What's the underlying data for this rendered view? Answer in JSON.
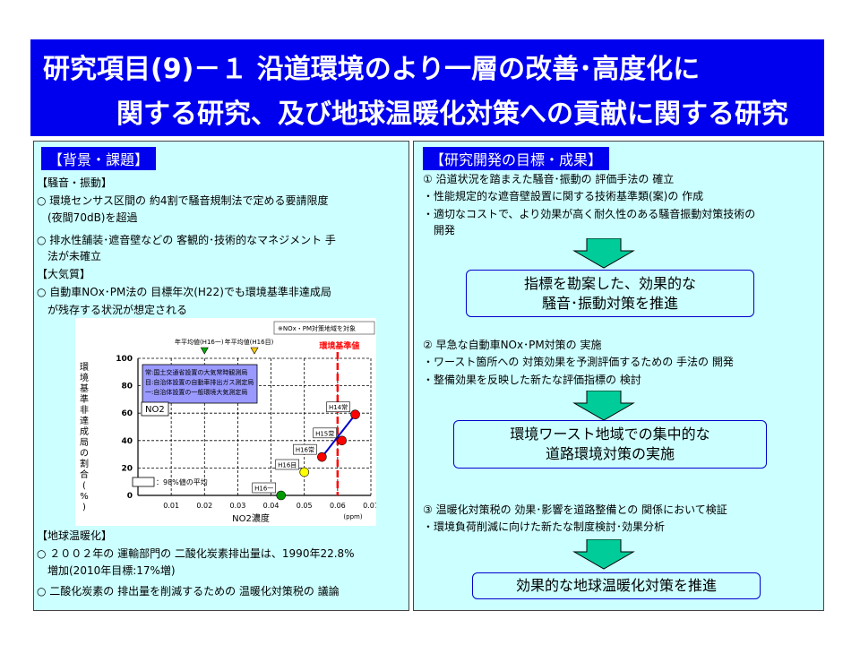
{
  "title": {
    "line1": "研究項目(9)－１ 沿道環境のより一層の改善･高度化に",
    "line2": "関する研究、及び地球温暖化対策への貢献に関する研究"
  },
  "left": {
    "heading": "【背景・課題】",
    "lines": [
      "【騒音・振動】",
      "○ 環境センサス区間の 約4割で騒音規制法で定める要請限度",
      "　(夜間70dB)を超過",
      "○ 排水性舗装･遮音壁などの 客観的･技術的なマネジメント 手",
      "　法が未確立",
      "【大気質】",
      "○ 自動車NOx･PM法の 目標年次(H22)でも環境基準非達成局",
      "　が残存する状況が想定される"
    ],
    "lines2": [
      "【地球温暖化】",
      "○ ２００２年の 運輸部門の 二酸化炭素排出量は、1990年22.8%",
      "　増加(2010年目標:17%増)",
      "○ 二酸化炭素の 排出量を削減するための 温暖化対策税の 議論"
    ]
  },
  "right": {
    "heading": "【研究開発の目標・成果】",
    "section1": [
      "① 沿道状況を踏まえた騒音･振動の 評価手法の 確立",
      "・性能規定的な遮音壁設置に関する技術基準類(案)の 作成",
      "・適切なコストで、より効果が高く耐久性のある騒音振動対策技術の",
      "　開発"
    ],
    "box1": [
      "指標を勘案した、効果的な",
      "騒音･振動対策を推進"
    ],
    "section2": [
      "② 早急な自動車NOx･PM対策の 実施",
      "・ワースト箇所への 対策効果を予測評価するための 手法の 開発",
      "・整備効果を反映した新たな評価指標の 検討"
    ],
    "box2": [
      "環境ワースト地域での集中的な",
      "道路環境対策の実施"
    ],
    "section3": [
      "③ 温暖化対策税の 効果･影響を道路整備との 関係において検証",
      "・環境負荷削減に向けた新たな制度検討･効果分析"
    ],
    "box3": [
      "効果的な地球温暖化対策を推進"
    ]
  },
  "chart_data": {
    "type": "scatter",
    "note_top": "※NOx・PM対策地域を対象",
    "ylabel": "環境基準非達成局の割合(%)",
    "xlabel": "NO2濃度",
    "x_unit": "(ppm)",
    "x_ticks": [
      "0.01",
      "0.02",
      "0.03",
      "0.04",
      "0.05",
      "0.06",
      "0.07"
    ],
    "y_ticks": [
      "0",
      "20",
      "40",
      "60",
      "80",
      "100"
    ],
    "xlim": [
      0,
      0.07
    ],
    "ylim": [
      0,
      100
    ],
    "grid": true,
    "badge": "NO2",
    "legend_lines": [
      "常:国土交通省設置の大気常時観測局",
      "目:自治体設置の自動車排出ガス測定局",
      "一:自治体設置の一般環境大気測定局"
    ],
    "box_legend": "：98%値の平均",
    "standard_label": "環境基準値",
    "standard_x": 0.06,
    "annual_markers": [
      {
        "label": "年平均値(H16一)",
        "x": 0.02,
        "color": "#00aa00"
      },
      {
        "label": "年平均値(H16目)",
        "x": 0.035,
        "color": "#ffcc00"
      }
    ],
    "points": [
      {
        "label": "H16一",
        "x": 0.043,
        "y": 0,
        "color": "#009900"
      },
      {
        "label": "H16目",
        "x": 0.05,
        "y": 17,
        "color": "#ffff00"
      },
      {
        "label": "H16常",
        "x": 0.0553,
        "y": 28,
        "color": "#ff0000"
      },
      {
        "label": "H15常",
        "x": 0.0613,
        "y": 40,
        "color": "#ff0000"
      },
      {
        "label": "H14常",
        "x": 0.0653,
        "y": 59,
        "color": "#ff0000"
      }
    ],
    "trend": [
      {
        "x": 0.0553,
        "y": 28
      },
      {
        "x": 0.0653,
        "y": 59
      }
    ]
  }
}
